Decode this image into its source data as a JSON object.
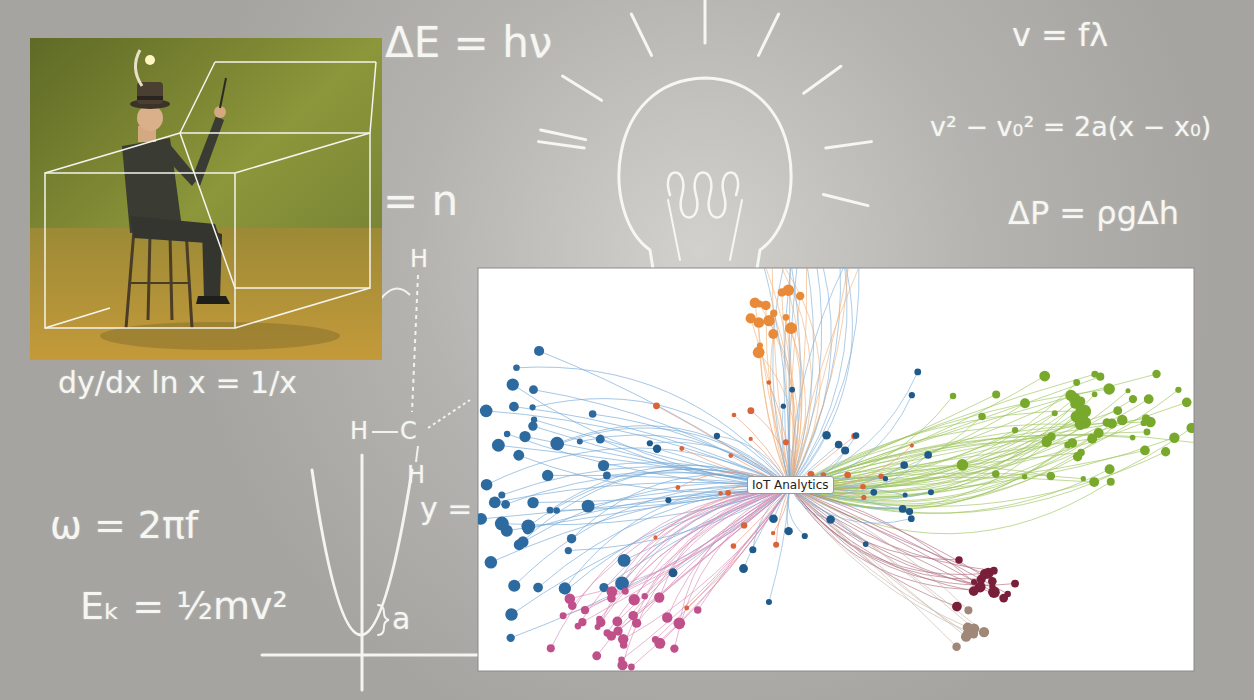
{
  "diagram": {
    "nodes": [
      {
        "text": [
          "IoT Analytics"
        ]
      }
    ],
    "labels": [
      "ΔE = hν",
      "v = fλ",
      "v² − v₀² = 2a(x − x₀)",
      "ΔP = ρgΔh",
      "= n",
      "H",
      "H",
      "C",
      "H",
      "dy/dx ln x = 1/x",
      "ω = 2πf",
      "Eₖ = ½mv²",
      "y =",
      "a"
    ]
  }
}
